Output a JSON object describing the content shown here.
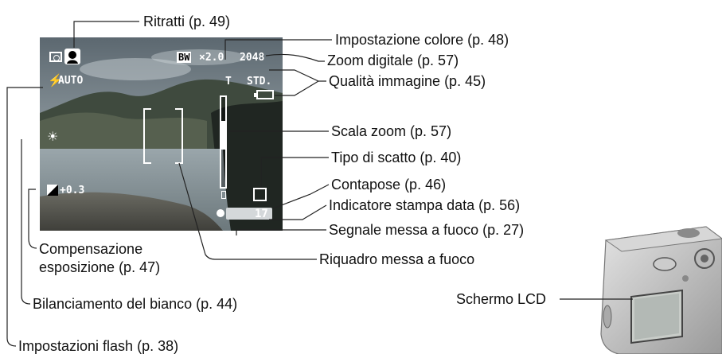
{
  "callouts": {
    "ritratti": "Ritratti (p. 49)",
    "impostazione_colore": "Impostazione colore (p. 48)",
    "zoom_digitale": "Zoom digitale (p. 57)",
    "qualita_immagine": "Qualità immagine (p. 45)",
    "scala_zoom": "Scala zoom (p. 57)",
    "tipo_scatto": "Tipo di scatto (p. 40)",
    "contapose": "Contapose (p. 46)",
    "indicatore_stampa_data": "Indicatore stampa data (p. 56)",
    "segnale_messa_a_fuoco": "Segnale messa a fuoco (p. 27)",
    "riquadro_messa_a_fuoco": "Riquadro messa a fuoco",
    "compensazione_line1": "Compensazione",
    "compensazione_line2": "esposizione  (p. 47)",
    "bilanciamento_bianco": "Bilanciamento del bianco (p. 44)",
    "impostazioni_flash": "Impostazioni flash (p. 38)",
    "schermo_lcd": "Schermo LCD"
  },
  "lcd": {
    "flash_mode": "AUTO",
    "color_mode": "BW",
    "zoom_value": "×2.0",
    "image_size": "2048",
    "zoom_tele": "T",
    "quality": "STD.",
    "exposure_comp": "+0.3",
    "frame_counter": "17"
  },
  "icons": {
    "camera_mode": "camera-icon",
    "portrait": "portrait-icon",
    "flash": "flash-icon",
    "white_balance": "white-balance-sun-icon",
    "exposure": "exposure-compensation-icon",
    "battery": "battery-icon",
    "drive_mode": "single-frame-icon",
    "zoom_wide": "wide-angle-icon"
  },
  "colors": {
    "lcd_overlay_text": "#ffffff",
    "callout_line": "#222222"
  }
}
